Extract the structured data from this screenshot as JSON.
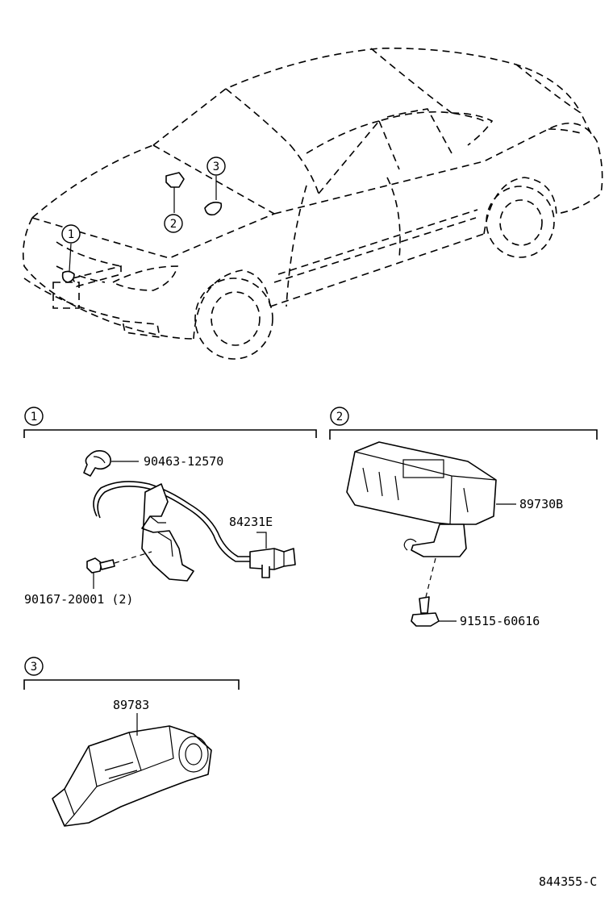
{
  "callouts": {
    "c1": "1",
    "c2": "2",
    "c3": "3"
  },
  "sections": [
    {
      "number": "1"
    },
    {
      "number": "2"
    },
    {
      "number": "3"
    }
  ],
  "parts": {
    "p_90463": "90463-12570",
    "p_84231E": "84231E",
    "p_90167": "90167-20001 (2)",
    "p_89730B": "89730B",
    "p_91515": "91515-60616",
    "p_89783": "89783"
  },
  "figure_ref": "844355-C"
}
